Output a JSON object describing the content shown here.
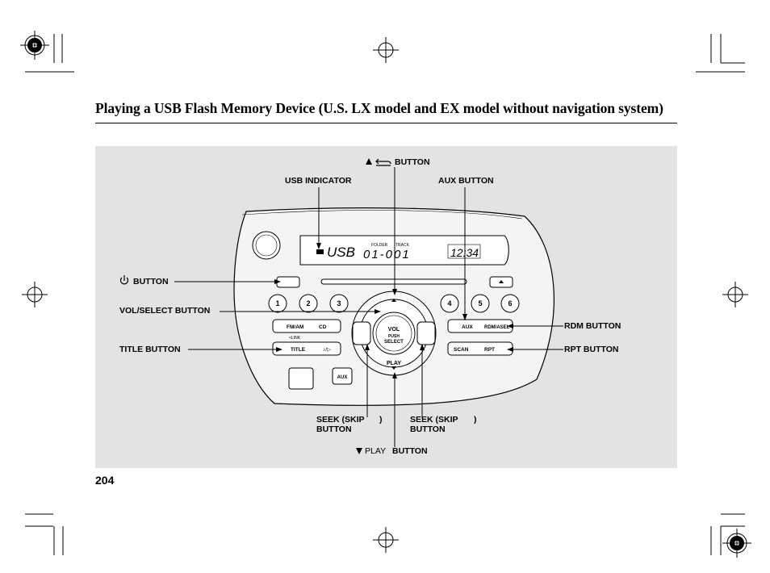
{
  "page": {
    "title": "Playing a USB Flash Memory Device (U.S. LX model and EX model without navigation system)",
    "page_number": "204"
  },
  "callouts": {
    "eject_button": "BUTTON",
    "usb_indicator": "USB INDICATOR",
    "aux_button": "AUX BUTTON",
    "power_button": "BUTTON",
    "vol_select_button": "VOL/SELECT BUTTON",
    "rdm_button": "RDM BUTTON",
    "title_button": "TITLE BUTTON",
    "rpt_button": "RPT BUTTON",
    "seek_left_line1": "SEEK (SKIP",
    "seek_left_paren": ")",
    "seek_left_line2": "BUTTON",
    "seek_right_line1": "SEEK (SKIP",
    "seek_right_paren": ")",
    "seek_right_line2": "BUTTON",
    "play_prefix": "PLAY",
    "play_button": "BUTTON"
  },
  "display": {
    "usb": "USB",
    "folder_track": "01-001",
    "clock": "12:34",
    "folder_label": "FOLDER",
    "track_label": "TRACK"
  },
  "radio_keys": {
    "preset1": "1",
    "preset2": "2",
    "preset3": "3",
    "preset4": "4",
    "preset5": "5",
    "preset6": "6",
    "fm_am": "FM/AM",
    "cd": "CD",
    "link": "<LINK",
    "title": "TITLE",
    "title_sub": "♪/▷",
    "aux_key": "AUX",
    "rdm": "RDM/ASEL",
    "scan": "SCAN",
    "rpt": "RPT",
    "vol": "VOL",
    "push": "PUSH",
    "select": "SELECT",
    "play": "PLAY",
    "aux_jack": "AUX"
  },
  "icons": [
    "power-icon",
    "eject-icon",
    "up-triangle-icon",
    "down-triangle-icon",
    "crop-mark-icon",
    "registration-target-icon"
  ]
}
